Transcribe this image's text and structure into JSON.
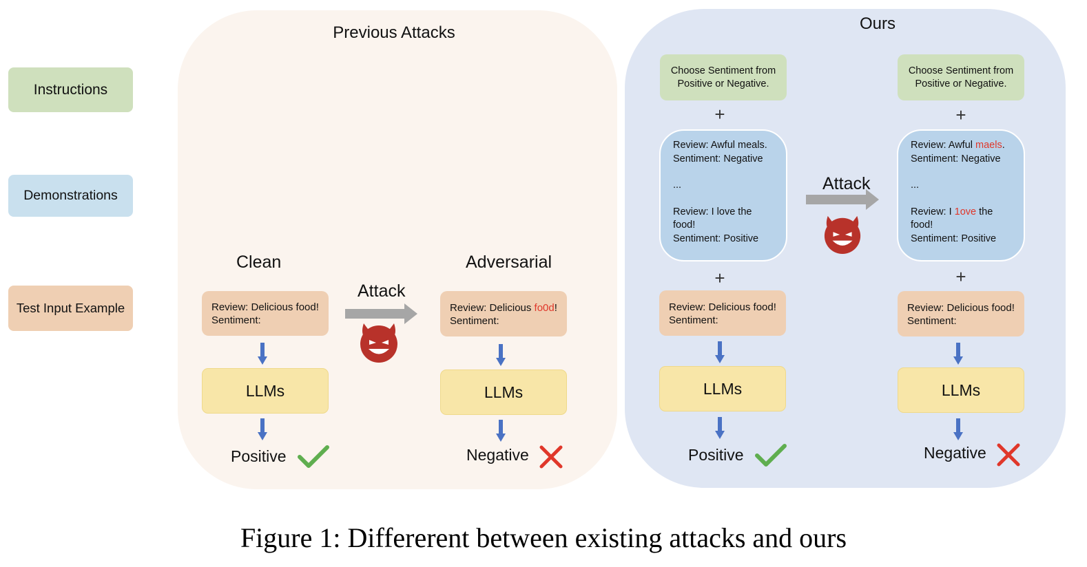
{
  "legend": {
    "instructions": "Instructions",
    "demonstrations": "Demonstrations",
    "test_input": "Test Input Example"
  },
  "previous": {
    "title": "Previous Attacks",
    "clean_label": "Clean",
    "adversarial_label": "Adversarial",
    "attack_label": "Attack",
    "clean_review_line1": "Review: Delicious food!",
    "clean_review_line2": "Sentiment:",
    "adv_review_prefix": "Review: Delicious ",
    "adv_review_perturbed": "fo0d",
    "adv_review_suffix": "!",
    "adv_review_line2": "Sentiment:",
    "llm_label": "LLMs",
    "clean_result": "Positive",
    "adv_result": "Negative"
  },
  "ours": {
    "title": "Ours",
    "attack_label": "Attack",
    "instruction_text": "Choose Sentiment from Positive or Negative.",
    "demo_clean": {
      "line1": "Review: Awful meals.",
      "line2": "Sentiment: Negative",
      "ellipsis": "...",
      "line3": "Review: I love the food!",
      "line4": "Sentiment: Positive"
    },
    "demo_adv": {
      "line1_prefix": "Review: Awful ",
      "line1_perturbed": "maels",
      "line1_suffix": ".",
      "line2": "Sentiment: Negative",
      "ellipsis": "...",
      "line3_prefix": "Review: I ",
      "line3_perturbed": "1ove",
      "line3_suffix": " the food!",
      "line4": "Sentiment: Positive"
    },
    "test_line1": "Review: Delicious food!",
    "test_line2": "Sentiment:",
    "llm_label": "LLMs",
    "clean_result": "Positive",
    "adv_result": "Negative"
  },
  "caption": "Figure 1: Differerent between existing attacks and ours",
  "colors": {
    "instructions": "#cfe0bd",
    "demonstrations": "#c9e0ee",
    "test_input": "#efcfb3",
    "llm": "#f8e6a8",
    "previous_panel": "#fbf4ee",
    "ours_panel": "#dfe6f3",
    "check": "#5fae4f",
    "cross": "#e0372a",
    "devil": "#b8322a",
    "arrow_down": "#4a72c4",
    "attack_arrow": "#a6a6a6"
  },
  "icons": [
    "devil-icon",
    "check-icon",
    "cross-icon",
    "arrow-down-icon",
    "arrow-right-icon",
    "plus-icon"
  ]
}
